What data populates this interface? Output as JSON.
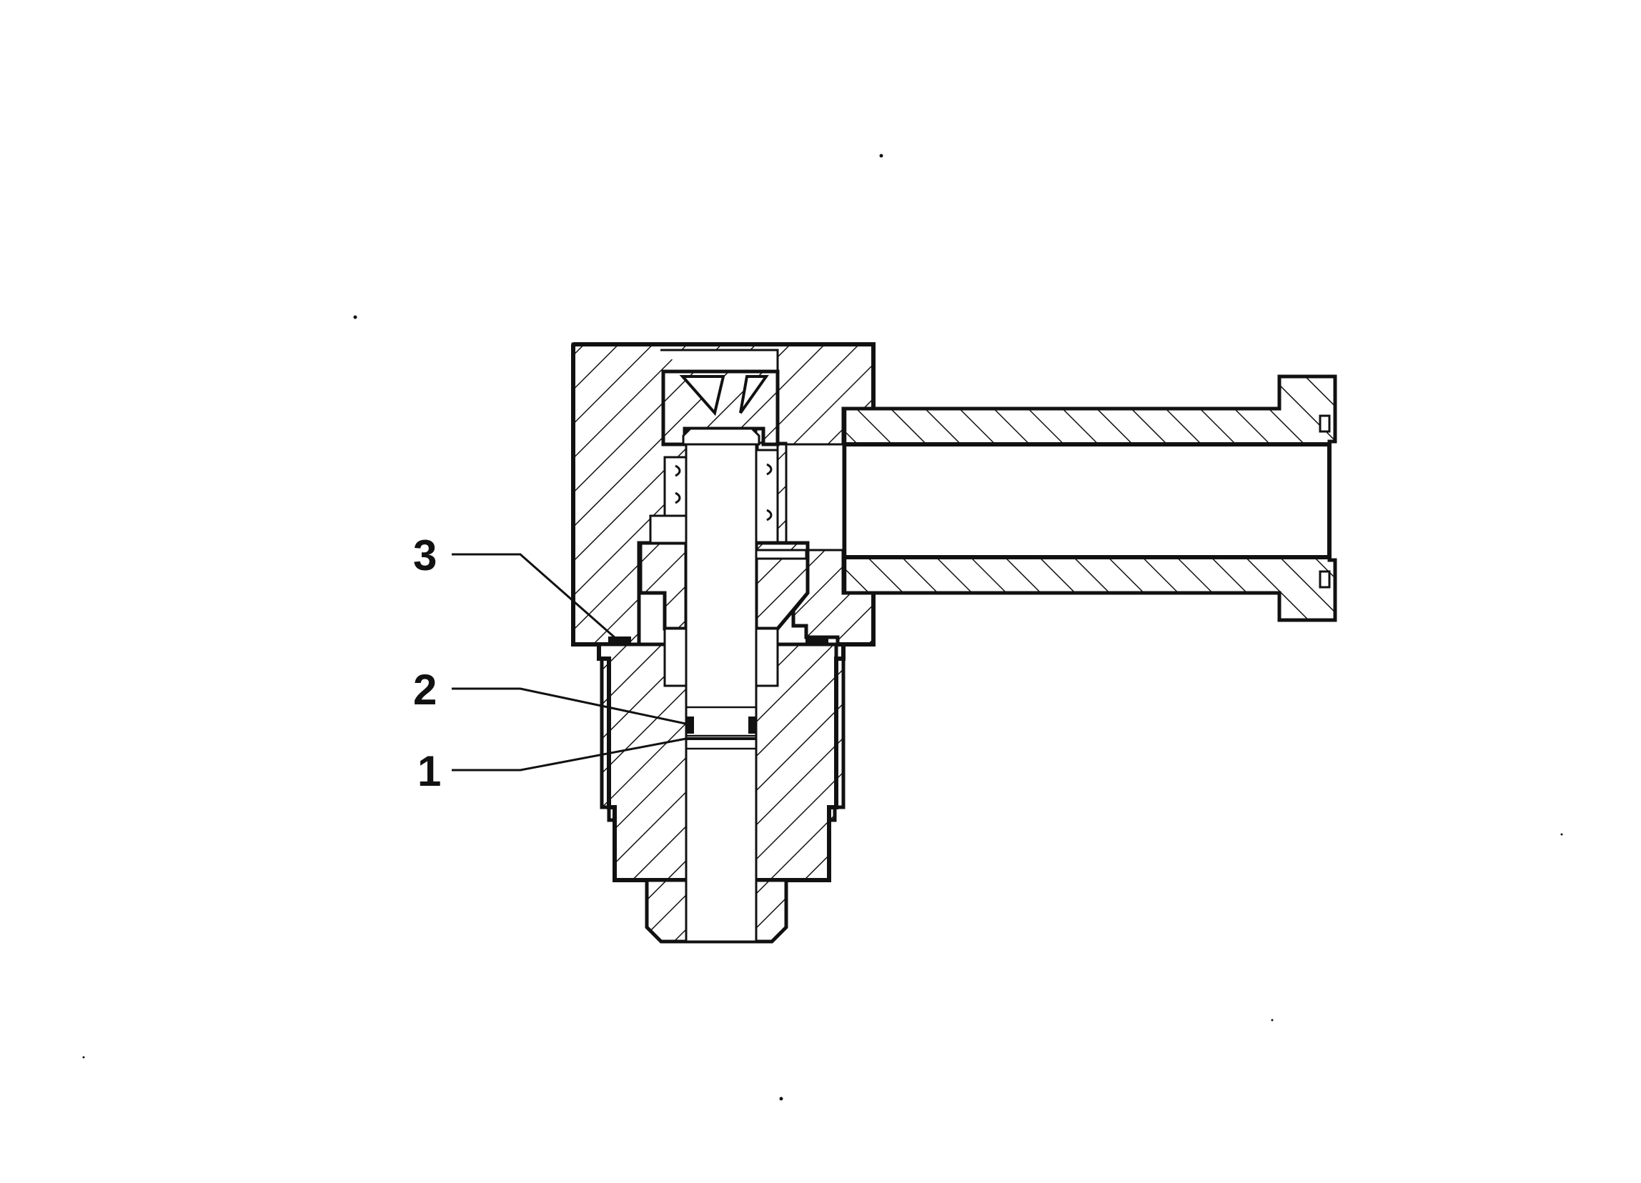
{
  "callouts": [
    {
      "id": "3",
      "label": "3",
      "target": "top-seal-ring"
    },
    {
      "id": "2",
      "label": "2",
      "target": "stem-seal-upper"
    },
    {
      "id": "1",
      "label": "1",
      "target": "stem-seal-lower"
    }
  ],
  "colors": {
    "ink": "#111111",
    "paper": "#ffffff"
  }
}
